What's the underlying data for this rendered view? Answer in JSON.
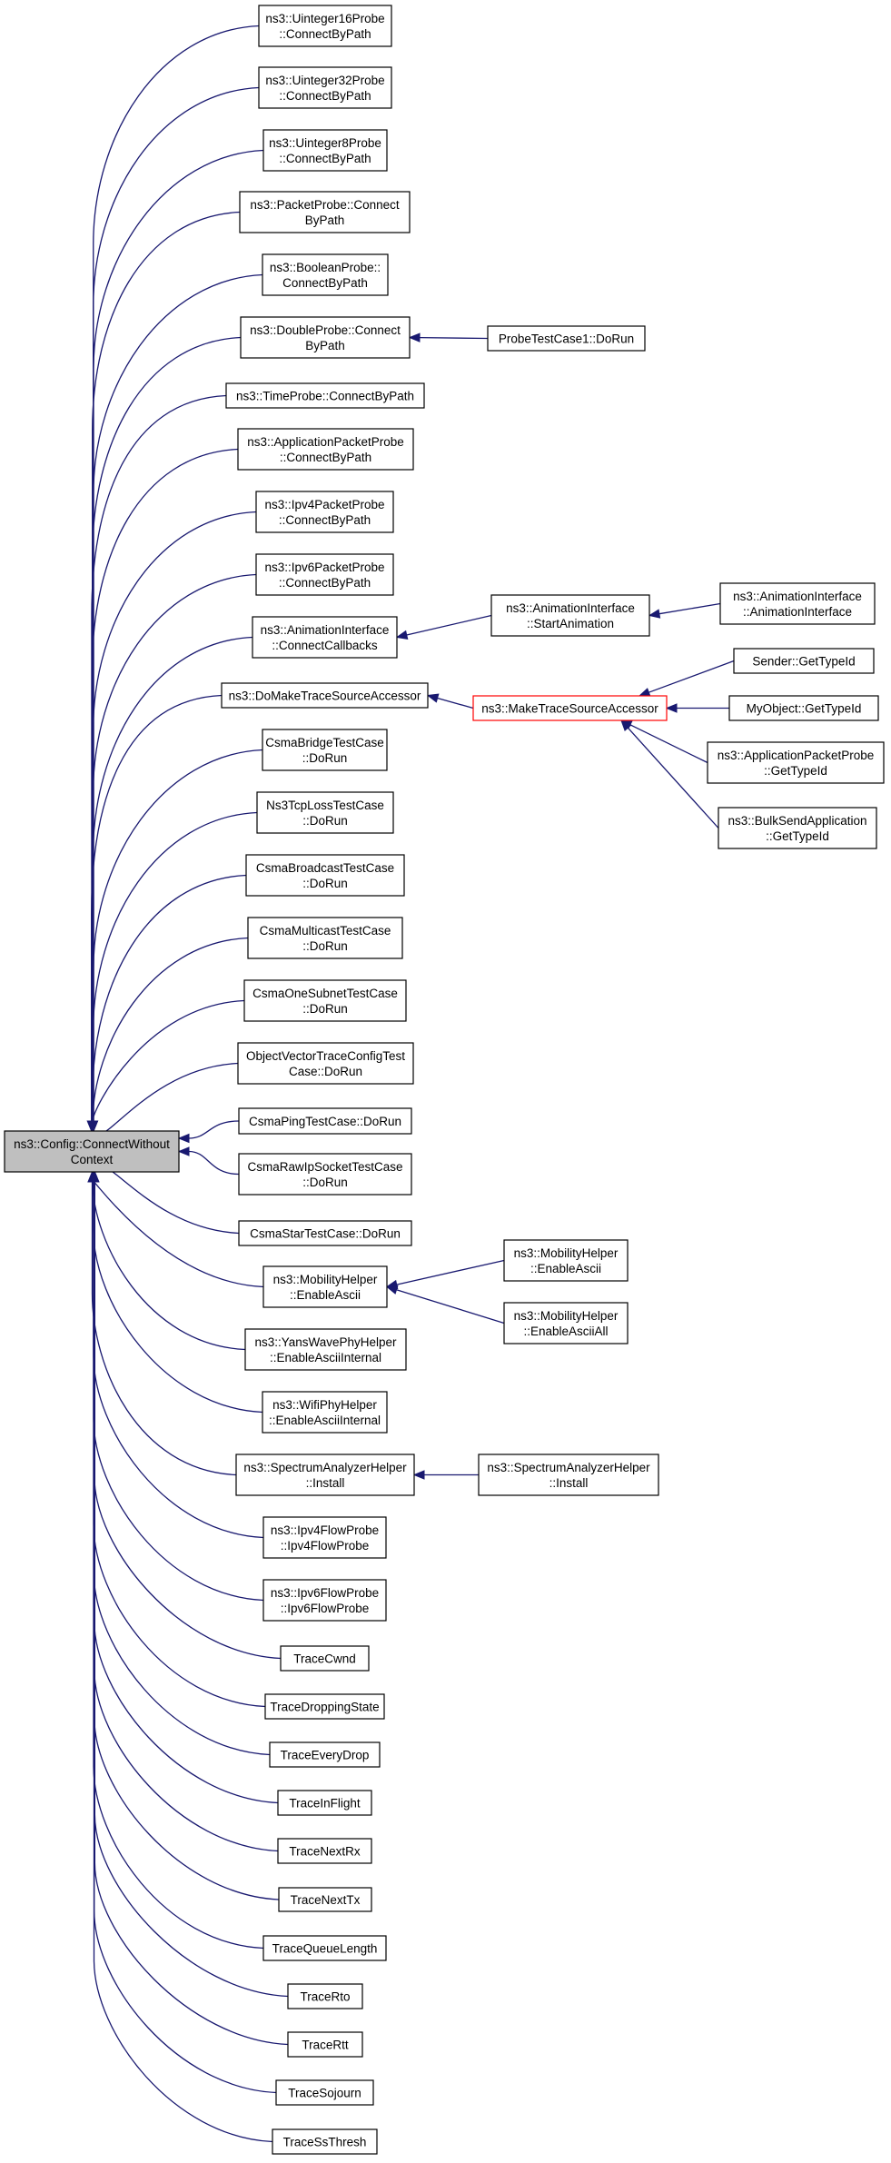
{
  "colors": {
    "edge": "#191970",
    "root_fill": "#bfbfbf",
    "highlight_border": "#ff0000"
  },
  "nodes": [
    {
      "id": "root",
      "lines": [
        "ns3::Config::ConnectWithout",
        "Context"
      ]
    },
    {
      "id": "uint16",
      "lines": [
        "ns3::Uinteger16Probe",
        "::ConnectByPath"
      ]
    },
    {
      "id": "uint32",
      "lines": [
        "ns3::Uinteger32Probe",
        "::ConnectByPath"
      ]
    },
    {
      "id": "uint8",
      "lines": [
        "ns3::Uinteger8Probe",
        "::ConnectByPath"
      ]
    },
    {
      "id": "packetprobe",
      "lines": [
        "ns3::PacketProbe::Connect",
        "ByPath"
      ]
    },
    {
      "id": "booleanprobe",
      "lines": [
        "ns3::BooleanProbe::",
        "ConnectByPath"
      ]
    },
    {
      "id": "doubleprobe",
      "lines": [
        "ns3::DoubleProbe::Connect",
        "ByPath"
      ]
    },
    {
      "id": "timeprobe",
      "lines": [
        "ns3::TimeProbe::ConnectByPath"
      ]
    },
    {
      "id": "apppacketprobe",
      "lines": [
        "ns3::ApplicationPacketProbe",
        "::ConnectByPath"
      ]
    },
    {
      "id": "ipv4packetprobe",
      "lines": [
        "ns3::Ipv4PacketProbe",
        "::ConnectByPath"
      ]
    },
    {
      "id": "ipv6packetprobe",
      "lines": [
        "ns3::Ipv6PacketProbe",
        "::ConnectByPath"
      ]
    },
    {
      "id": "animconnect",
      "lines": [
        "ns3::AnimationInterface",
        "::ConnectCallbacks"
      ]
    },
    {
      "id": "domake",
      "lines": [
        "ns3::DoMakeTraceSourceAccessor"
      ]
    },
    {
      "id": "csmabridge",
      "lines": [
        "CsmaBridgeTestCase",
        "::DoRun"
      ]
    },
    {
      "id": "ns3tcploss",
      "lines": [
        "Ns3TcpLossTestCase",
        "::DoRun"
      ]
    },
    {
      "id": "csmabroadcast",
      "lines": [
        "CsmaBroadcastTestCase",
        "::DoRun"
      ]
    },
    {
      "id": "csmamulticast",
      "lines": [
        "CsmaMulticastTestCase",
        "::DoRun"
      ]
    },
    {
      "id": "csmaonesubnet",
      "lines": [
        "CsmaOneSubnetTestCase",
        "::DoRun"
      ]
    },
    {
      "id": "objvector",
      "lines": [
        "ObjectVectorTraceConfigTest",
        "Case::DoRun"
      ]
    },
    {
      "id": "csmaping",
      "lines": [
        "CsmaPingTestCase::DoRun"
      ]
    },
    {
      "id": "csmarawip",
      "lines": [
        "CsmaRawIpSocketTestCase",
        "::DoRun"
      ]
    },
    {
      "id": "csmastar",
      "lines": [
        "CsmaStarTestCase::DoRun"
      ]
    },
    {
      "id": "mobenableascii",
      "lines": [
        "ns3::MobilityHelper",
        "::EnableAscii"
      ]
    },
    {
      "id": "yanswave",
      "lines": [
        "ns3::YansWavePhyHelper",
        "::EnableAsciiInternal"
      ]
    },
    {
      "id": "wifiphy",
      "lines": [
        "ns3::WifiPhyHelper",
        "::EnableAsciiInternal"
      ]
    },
    {
      "id": "spectrum",
      "lines": [
        "ns3::SpectrumAnalyzerHelper",
        "::Install"
      ]
    },
    {
      "id": "ipv4flow",
      "lines": [
        "ns3::Ipv4FlowProbe",
        "::Ipv4FlowProbe"
      ]
    },
    {
      "id": "ipv6flow",
      "lines": [
        "ns3::Ipv6FlowProbe",
        "::Ipv6FlowProbe"
      ]
    },
    {
      "id": "tracecwnd",
      "lines": [
        "TraceCwnd"
      ]
    },
    {
      "id": "tracedropping",
      "lines": [
        "TraceDroppingState"
      ]
    },
    {
      "id": "traceeverydrop",
      "lines": [
        "TraceEveryDrop"
      ]
    },
    {
      "id": "traceinflight",
      "lines": [
        "TraceInFlight"
      ]
    },
    {
      "id": "tracenextrx",
      "lines": [
        "TraceNextRx"
      ]
    },
    {
      "id": "tracenexttx",
      "lines": [
        "TraceNextTx"
      ]
    },
    {
      "id": "tracequeue",
      "lines": [
        "TraceQueueLength"
      ]
    },
    {
      "id": "tracerto",
      "lines": [
        "TraceRto"
      ]
    },
    {
      "id": "tracertt",
      "lines": [
        "TraceRtt"
      ]
    },
    {
      "id": "tracesojourn",
      "lines": [
        "TraceSojourn"
      ]
    },
    {
      "id": "tracessthresh",
      "lines": [
        "TraceSsThresh"
      ]
    },
    {
      "id": "probetestcase",
      "lines": [
        "ProbeTestCase1::DoRun"
      ]
    },
    {
      "id": "animstart",
      "lines": [
        "ns3::AnimationInterface",
        "::StartAnimation"
      ]
    },
    {
      "id": "animctor",
      "lines": [
        "ns3::AnimationInterface",
        "::AnimationInterface"
      ]
    },
    {
      "id": "maketrace",
      "lines": [
        "ns3::MakeTraceSourceAccessor"
      ]
    },
    {
      "id": "sender",
      "lines": [
        "Sender::GetTypeId"
      ]
    },
    {
      "id": "myobject",
      "lines": [
        "MyObject::GetTypeId"
      ]
    },
    {
      "id": "appprobetypeid",
      "lines": [
        "ns3::ApplicationPacketProbe",
        "::GetTypeId"
      ]
    },
    {
      "id": "bulksend",
      "lines": [
        "ns3::BulkSendApplication",
        "::GetTypeId"
      ]
    },
    {
      "id": "mobenableascii2",
      "lines": [
        "ns3::MobilityHelper",
        "::EnableAscii"
      ]
    },
    {
      "id": "mobenableasciiall",
      "lines": [
        "ns3::MobilityHelper",
        "::EnableAsciiAll"
      ]
    },
    {
      "id": "spectrum2",
      "lines": [
        "ns3::SpectrumAnalyzerHelper",
        "::Install"
      ]
    }
  ],
  "edges": [
    {
      "from": "probetestcase",
      "to": "doubleprobe"
    },
    {
      "from": "animstart",
      "to": "animconnect"
    },
    {
      "from": "animctor",
      "to": "animstart"
    },
    {
      "from": "maketrace",
      "to": "domake"
    },
    {
      "from": "sender",
      "to": "maketrace"
    },
    {
      "from": "myobject",
      "to": "maketrace"
    },
    {
      "from": "appprobetypeid",
      "to": "maketrace"
    },
    {
      "from": "bulksend",
      "to": "maketrace"
    },
    {
      "from": "mobenableascii2",
      "to": "mobenableascii"
    },
    {
      "from": "mobenableasciiall",
      "to": "mobenableascii"
    },
    {
      "from": "spectrum2",
      "to": "spectrum"
    },
    {
      "from": "uint16",
      "to": "root"
    },
    {
      "from": "uint32",
      "to": "root"
    },
    {
      "from": "uint8",
      "to": "root"
    },
    {
      "from": "packetprobe",
      "to": "root"
    },
    {
      "from": "booleanprobe",
      "to": "root"
    },
    {
      "from": "doubleprobe",
      "to": "root"
    },
    {
      "from": "timeprobe",
      "to": "root"
    },
    {
      "from": "apppacketprobe",
      "to": "root"
    },
    {
      "from": "ipv4packetprobe",
      "to": "root"
    },
    {
      "from": "ipv6packetprobe",
      "to": "root"
    },
    {
      "from": "animconnect",
      "to": "root"
    },
    {
      "from": "domake",
      "to": "root"
    },
    {
      "from": "csmabridge",
      "to": "root"
    },
    {
      "from": "ns3tcploss",
      "to": "root"
    },
    {
      "from": "csmabroadcast",
      "to": "root"
    },
    {
      "from": "csmamulticast",
      "to": "root"
    },
    {
      "from": "csmaonesubnet",
      "to": "root"
    },
    {
      "from": "objvector",
      "to": "root"
    },
    {
      "from": "csmaping",
      "to": "root"
    },
    {
      "from": "csmarawip",
      "to": "root"
    },
    {
      "from": "csmastar",
      "to": "root"
    },
    {
      "from": "mobenableascii",
      "to": "root"
    },
    {
      "from": "yanswave",
      "to": "root"
    },
    {
      "from": "wifiphy",
      "to": "root"
    },
    {
      "from": "spectrum",
      "to": "root"
    },
    {
      "from": "ipv4flow",
      "to": "root"
    },
    {
      "from": "ipv6flow",
      "to": "root"
    },
    {
      "from": "tracecwnd",
      "to": "root"
    },
    {
      "from": "tracedropping",
      "to": "root"
    },
    {
      "from": "traceeverydrop",
      "to": "root"
    },
    {
      "from": "traceinflight",
      "to": "root"
    },
    {
      "from": "tracenextrx",
      "to": "root"
    },
    {
      "from": "tracenexttx",
      "to": "root"
    },
    {
      "from": "tracequeue",
      "to": "root"
    },
    {
      "from": "tracerto",
      "to": "root"
    },
    {
      "from": "tracertt",
      "to": "root"
    },
    {
      "from": "tracesojourn",
      "to": "root"
    },
    {
      "from": "tracessthresh",
      "to": "root"
    }
  ]
}
